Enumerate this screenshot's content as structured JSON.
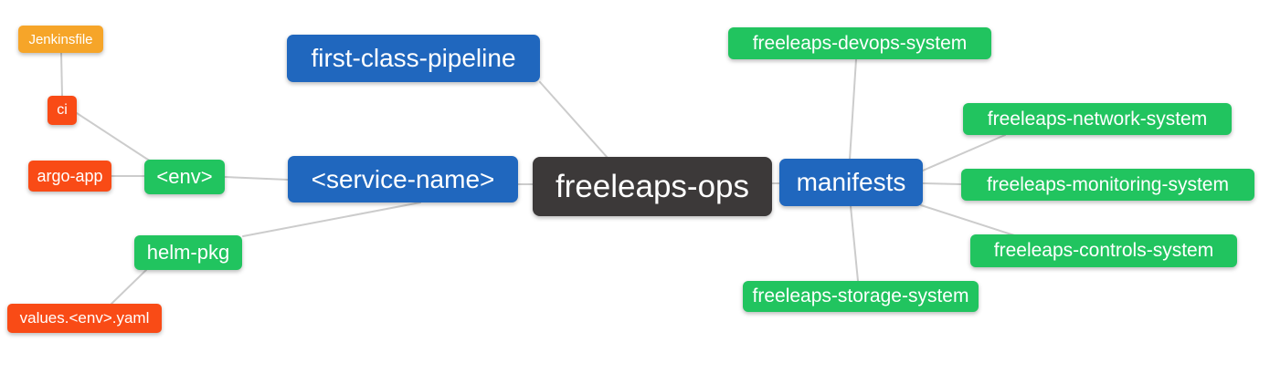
{
  "diagram": {
    "type": "mindmap",
    "root_label": "freeleaps-ops",
    "edge_color": "#cccccc",
    "palette": {
      "root_bg": "#3c3939",
      "branch_blue": "#2067be",
      "leaf_green": "#21c45f",
      "leaf_red": "#f94b16",
      "leaf_orange": "#f6a529",
      "node_text": "#ffffff",
      "background": "#ffffff"
    }
  },
  "nodes": [
    {
      "id": "jenkinsfile",
      "label": "Jenkinsfile",
      "color": "#f6a529"
    },
    {
      "id": "ci",
      "label": "ci",
      "color": "#f94b16"
    },
    {
      "id": "argo-app",
      "label": "argo-app",
      "color": "#f94b16"
    },
    {
      "id": "env",
      "label": "<env>",
      "color": "#21c45f"
    },
    {
      "id": "helm-pkg",
      "label": "helm-pkg",
      "color": "#21c45f"
    },
    {
      "id": "values-env-yaml",
      "label": "values.<env>.yaml",
      "color": "#f94b16"
    },
    {
      "id": "first-class-pipeline",
      "label": "first-class-pipeline",
      "color": "#2067be"
    },
    {
      "id": "service-name",
      "label": "<service-name>",
      "color": "#2067be"
    },
    {
      "id": "freeleaps-ops",
      "label": "freeleaps-ops",
      "color": "#3c3939"
    },
    {
      "id": "manifests",
      "label": "manifests",
      "color": "#2067be"
    },
    {
      "id": "devops-system",
      "label": "freeleaps-devops-system",
      "color": "#21c45f"
    },
    {
      "id": "network-system",
      "label": "freeleaps-network-system",
      "color": "#21c45f"
    },
    {
      "id": "monitoring-system",
      "label": "freeleaps-monitoring-system",
      "color": "#21c45f"
    },
    {
      "id": "controls-system",
      "label": "freeleaps-controls-system",
      "color": "#21c45f"
    },
    {
      "id": "storage-system",
      "label": "freeleaps-storage-system",
      "color": "#21c45f"
    }
  ],
  "edges": [
    {
      "from": "Jenkinsfile",
      "to": "ci"
    },
    {
      "from": "ci",
      "to": "<env>"
    },
    {
      "from": "argo-app",
      "to": "<env>"
    },
    {
      "from": "<env>",
      "to": "<service-name>"
    },
    {
      "from": "helm-pkg",
      "to": "<service-name>"
    },
    {
      "from": "values.<env>.yaml",
      "to": "helm-pkg"
    },
    {
      "from": "first-class-pipeline",
      "to": "freeleaps-ops"
    },
    {
      "from": "<service-name>",
      "to": "freeleaps-ops"
    },
    {
      "from": "freeleaps-ops",
      "to": "manifests"
    },
    {
      "from": "manifests",
      "to": "freeleaps-devops-system"
    },
    {
      "from": "manifests",
      "to": "freeleaps-network-system"
    },
    {
      "from": "manifests",
      "to": "freeleaps-monitoring-system"
    },
    {
      "from": "manifests",
      "to": "freeleaps-controls-system"
    },
    {
      "from": "manifests",
      "to": "freeleaps-storage-system"
    }
  ]
}
